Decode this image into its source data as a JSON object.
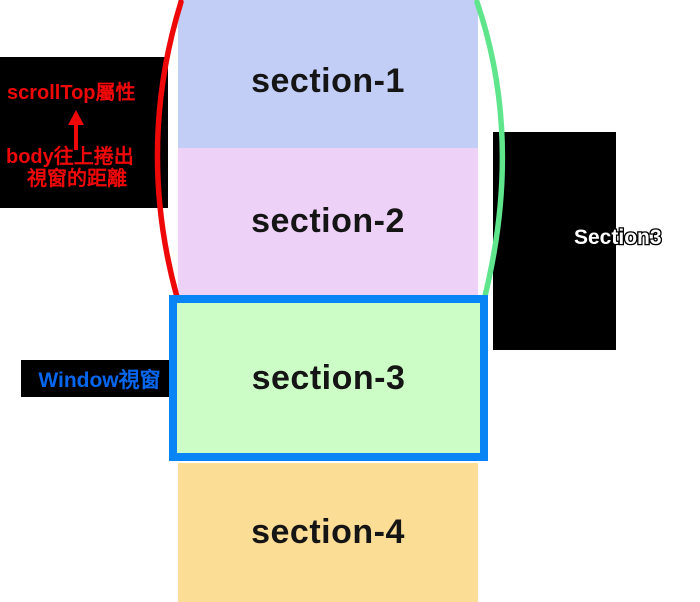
{
  "diagram": {
    "title_hint": "scrollTop explanation diagram",
    "sections": [
      {
        "id": "section-1",
        "label": "section-1",
        "color": "#c2cef5"
      },
      {
        "id": "section-2",
        "label": "section-2",
        "color": "#eed1f7"
      },
      {
        "id": "section-3",
        "label": "section-3",
        "color": "#cdfdc6"
      },
      {
        "id": "section-4",
        "label": "section-4",
        "color": "#fcdd96"
      }
    ],
    "annotations": {
      "scrolltop": {
        "line1": "scrollTop屬性",
        "arrow_icon": "up-arrow",
        "line2": "body往上捲出",
        "line3": "視窗的距離",
        "text_color": "#ee0808",
        "box_color": "#000000"
      },
      "window": {
        "label": "Window視窗",
        "text_color": "#0766ee",
        "box_color": "#000000"
      },
      "section3_tag": {
        "label": "Section3",
        "fill_color": "#ffffff",
        "outline_color": "#000000"
      }
    },
    "marks": {
      "left_arc_color": "#ee0808",
      "right_arc_color": "#5fe68d",
      "viewport_border_color": "#0984f4"
    }
  }
}
